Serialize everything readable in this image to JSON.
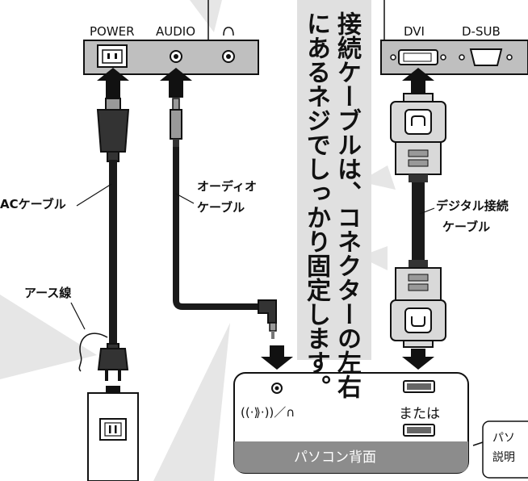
{
  "monitor": {
    "port_labels": [
      "POWER",
      "AUDIO",
      "DVI",
      "D-SUB"
    ],
    "headphone_icon": "headphone-icon"
  },
  "callout": {
    "lines": [
      "接続ケーブルは、コネクターの左右",
      "にあるネジでしっかり固定します。"
    ]
  },
  "cables": {
    "ac": "ACケーブル",
    "earth": "アース線",
    "audio_line1": "オーディオ",
    "audio_line2": "ケーブル",
    "digital_line1": "デジタル接続",
    "digital_line2": "ケーブル"
  },
  "pc": {
    "label": "パソコン背面",
    "or_text": "または",
    "audio_symbol": "((·⟫·))／∩"
  },
  "side_note": {
    "line1": "パソ",
    "line2": "説明"
  },
  "colors": {
    "cable": "#1a1a1a",
    "panel_gray": "#bfbfbf",
    "pc_bar": "#8c8c8c",
    "connector_gray": "#d9d9d9",
    "ray": "#e6e6e6"
  }
}
